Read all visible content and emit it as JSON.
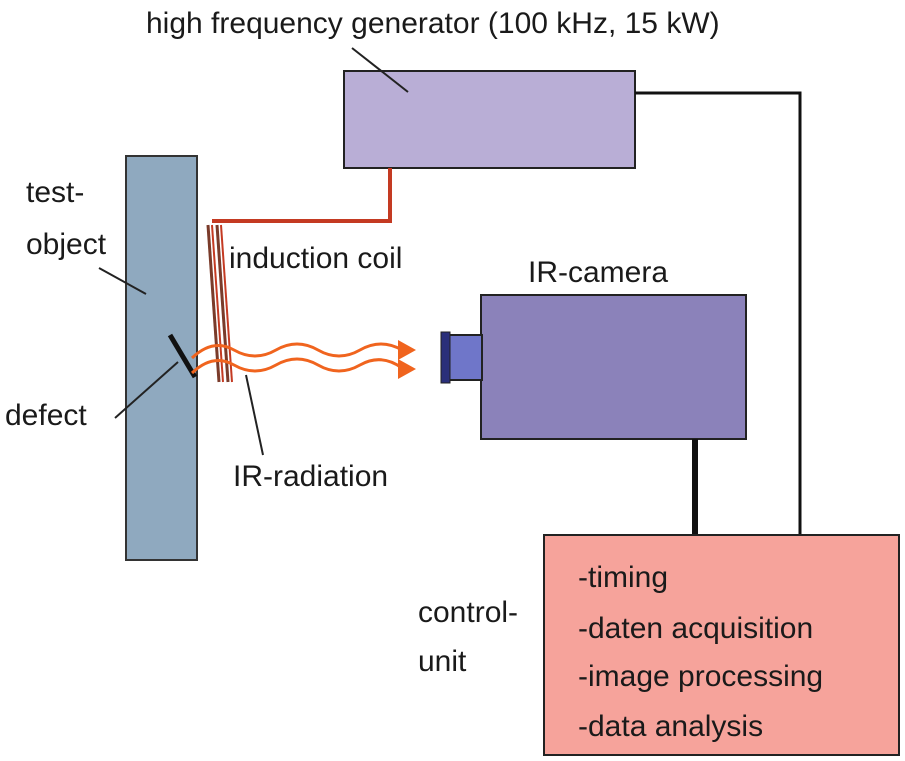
{
  "generator": {
    "label": "high frequency generator (100 kHz, 15 kW)",
    "fill": "#b9aed6"
  },
  "test_object": {
    "label_lines": [
      "test-",
      "object"
    ],
    "fill": "#8fa9bf"
  },
  "defect": {
    "label": "defect"
  },
  "coil": {
    "label": "induction coil",
    "color": "#c43a22"
  },
  "radiation": {
    "label": "IR-radiation",
    "color": "#f0641e"
  },
  "camera": {
    "label": "IR-camera",
    "fill": "#8b82ba",
    "lens_fill": "#6f76c9"
  },
  "control_unit": {
    "label_lines": [
      "control-",
      "unit"
    ],
    "tasks": [
      "-timing",
      "-daten acquisition",
      "-image processing",
      "-data analysis"
    ],
    "fill": "#f6a39b"
  },
  "wire_color": "#111111"
}
